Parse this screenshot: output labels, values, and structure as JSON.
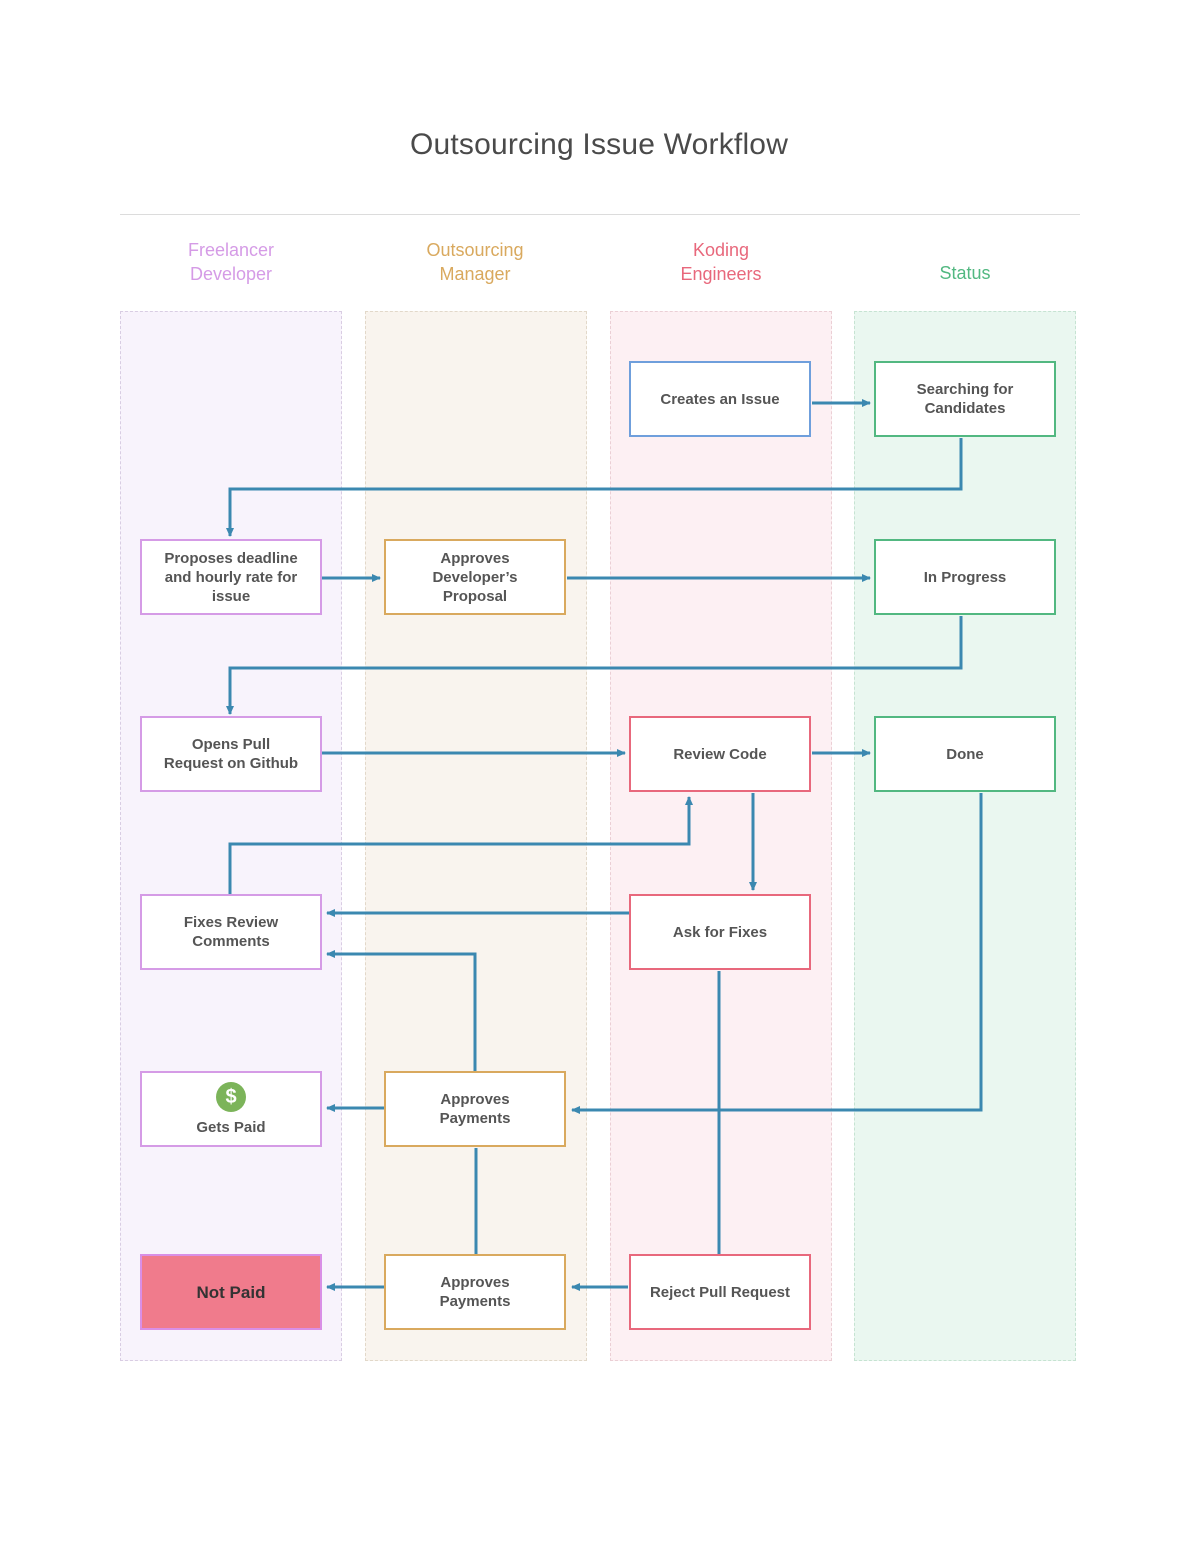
{
  "title": "Outsourcing Issue Workflow",
  "colors": {
    "freelancer": "#d59be6",
    "manager": "#d9a95e",
    "engineers": "#e8687c",
    "status": "#52b881",
    "creator": "#6f9fdc",
    "arrow": "#3b88b0"
  },
  "lanes": [
    {
      "id": "freelancer",
      "title_line1": "Freelancer",
      "title_line2": "Developer"
    },
    {
      "id": "manager",
      "title_line1": "Outsourcing",
      "title_line2": "Manager"
    },
    {
      "id": "engineers",
      "title_line1": "Koding",
      "title_line2": "Engineers"
    },
    {
      "id": "status",
      "title_line1": "Status",
      "title_line2": ""
    }
  ],
  "nodes": {
    "creates_issue": "Creates an Issue",
    "searching": "Searching for\nCandidates",
    "proposes": "Proposes deadline\nand hourly rate for\nissue",
    "approves_proposal": "Approves\nDeveloper’s\nProposal",
    "in_progress": "In Progress",
    "opens_pr": "Opens Pull\nRequest on Github",
    "review_code": "Review Code",
    "done": "Done",
    "fixes_review": "Fixes Review\nComments",
    "ask_fixes": "Ask for Fixes",
    "gets_paid": "Gets Paid",
    "approves_payments_1": "Approves\nPayments",
    "not_paid": "Not Paid",
    "approves_payments_2": "Approves\nPayments",
    "reject_pr": "Reject Pull Request"
  },
  "icons": {
    "gets_paid_icon": "dollar-icon",
    "gets_paid_glyph": "$"
  }
}
